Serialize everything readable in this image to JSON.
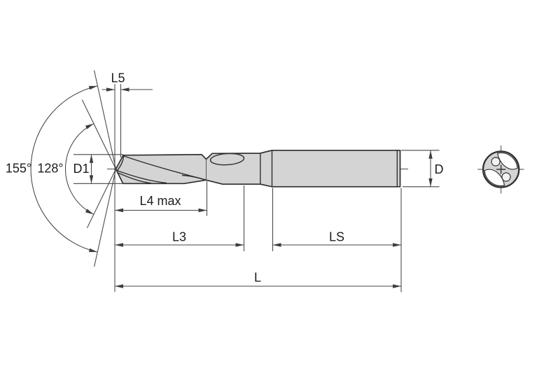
{
  "diagram": {
    "type": "technical-drawing",
    "subject": "solid carbide drill side view with end view and dimension callouts",
    "labels": {
      "point_angle_outer": "155°",
      "point_angle_inner": "128°",
      "point_length": "L5",
      "cutting_diameter": "D1",
      "usable_flute_length": "L4 max",
      "flute_length": "L3",
      "shank_length": "LS",
      "overall_length": "L",
      "shank_diameter": "D"
    },
    "colors": {
      "background": "#ffffff",
      "body_fill": "#d4d4d4",
      "outline": "#2f2f2f",
      "dimension_lines": "#454545",
      "text": "#1d1d1d"
    }
  }
}
